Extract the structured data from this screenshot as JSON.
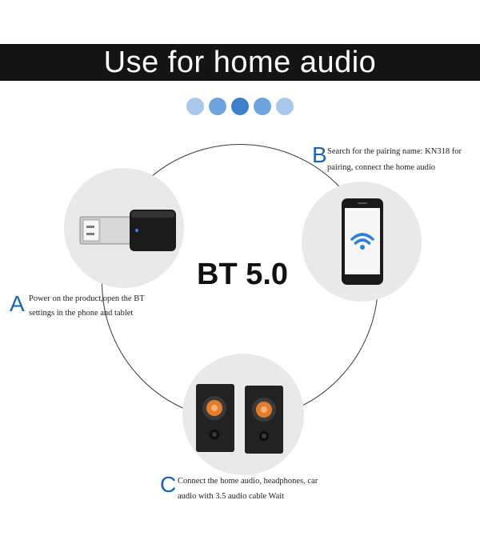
{
  "banner": {
    "title": "Use for home audio"
  },
  "center_label": "BT 5.0",
  "dots": {
    "colors": [
      "#a8c8ec",
      "#6ea4de",
      "#3f80cc",
      "#6ea4de",
      "#a8c8ec"
    ]
  },
  "steps": [
    {
      "letter": "A",
      "line1": "Power on the product,open the BT",
      "line2": "settings in the phone and tablet"
    },
    {
      "letter": "B",
      "line1": "Search for the pairing name: KN318  for",
      "line2": "pairing, connect the home audio"
    },
    {
      "letter": "C",
      "line1": "Connect the home audio, headphones, car",
      "line2": "audio with 3.5 audio cable Wait"
    }
  ],
  "colors": {
    "banner_bg": "#141414",
    "accent": "#1e64b4",
    "disc": "#e9e9e9"
  },
  "icons": {
    "adapter": "usb-bluetooth-adapter-icon",
    "phone": "smartphone-wifi-icon",
    "speakers": "speakers-icon"
  }
}
